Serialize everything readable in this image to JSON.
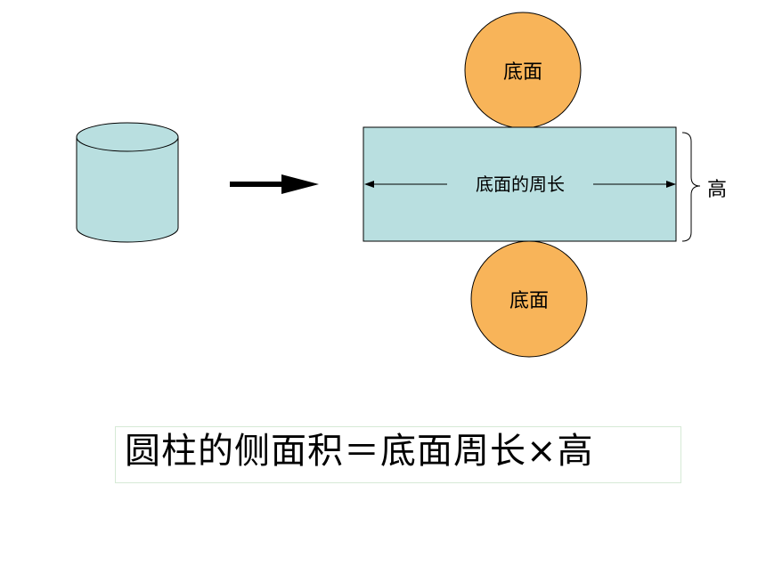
{
  "colors": {
    "cylinder_fill": "#b9dfe0",
    "circle_fill": "#f8b459",
    "rectangle_fill": "#b9dfe0",
    "stroke": "#000000",
    "formula_border": "#d6ead6"
  },
  "icons": {
    "transform_arrow": "right-arrow-icon",
    "height_brace": "right-brace-icon"
  },
  "net": {
    "top_base_label": "底面",
    "bottom_base_label": "底面",
    "width_label": "底面的周长",
    "height_label": "高"
  },
  "formula": {
    "text": "圆柱的侧面积＝底面周长×高"
  }
}
